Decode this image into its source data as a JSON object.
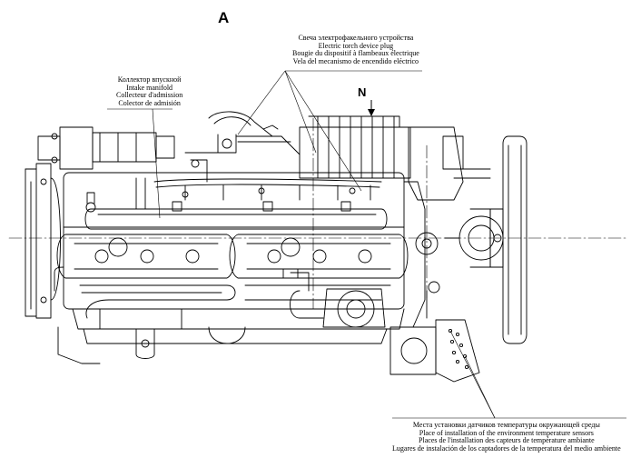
{
  "view_letter": "A",
  "arrow_letter": "N",
  "labels": {
    "glow_plug": [
      "Свеча электрофакельного устройства",
      "Electric torch device plug",
      "Bougie du dispositif à flambeaux électrique",
      "Vela del mecanismo de encendido eléctrico"
    ],
    "intake_manifold": [
      "Коллектор впускной",
      "Intake manifold",
      "Collecteur d'admission",
      "Colector de admisión"
    ],
    "temperature_sensors": [
      "Места установки датчиков температуры окружающей среды",
      "Place of installation of the environment temperature sensors",
      "Places de l'installation des capteurs de température ambiante",
      "Lugares de instalación de los captadores de la temperatura del medio ambiente"
    ]
  }
}
